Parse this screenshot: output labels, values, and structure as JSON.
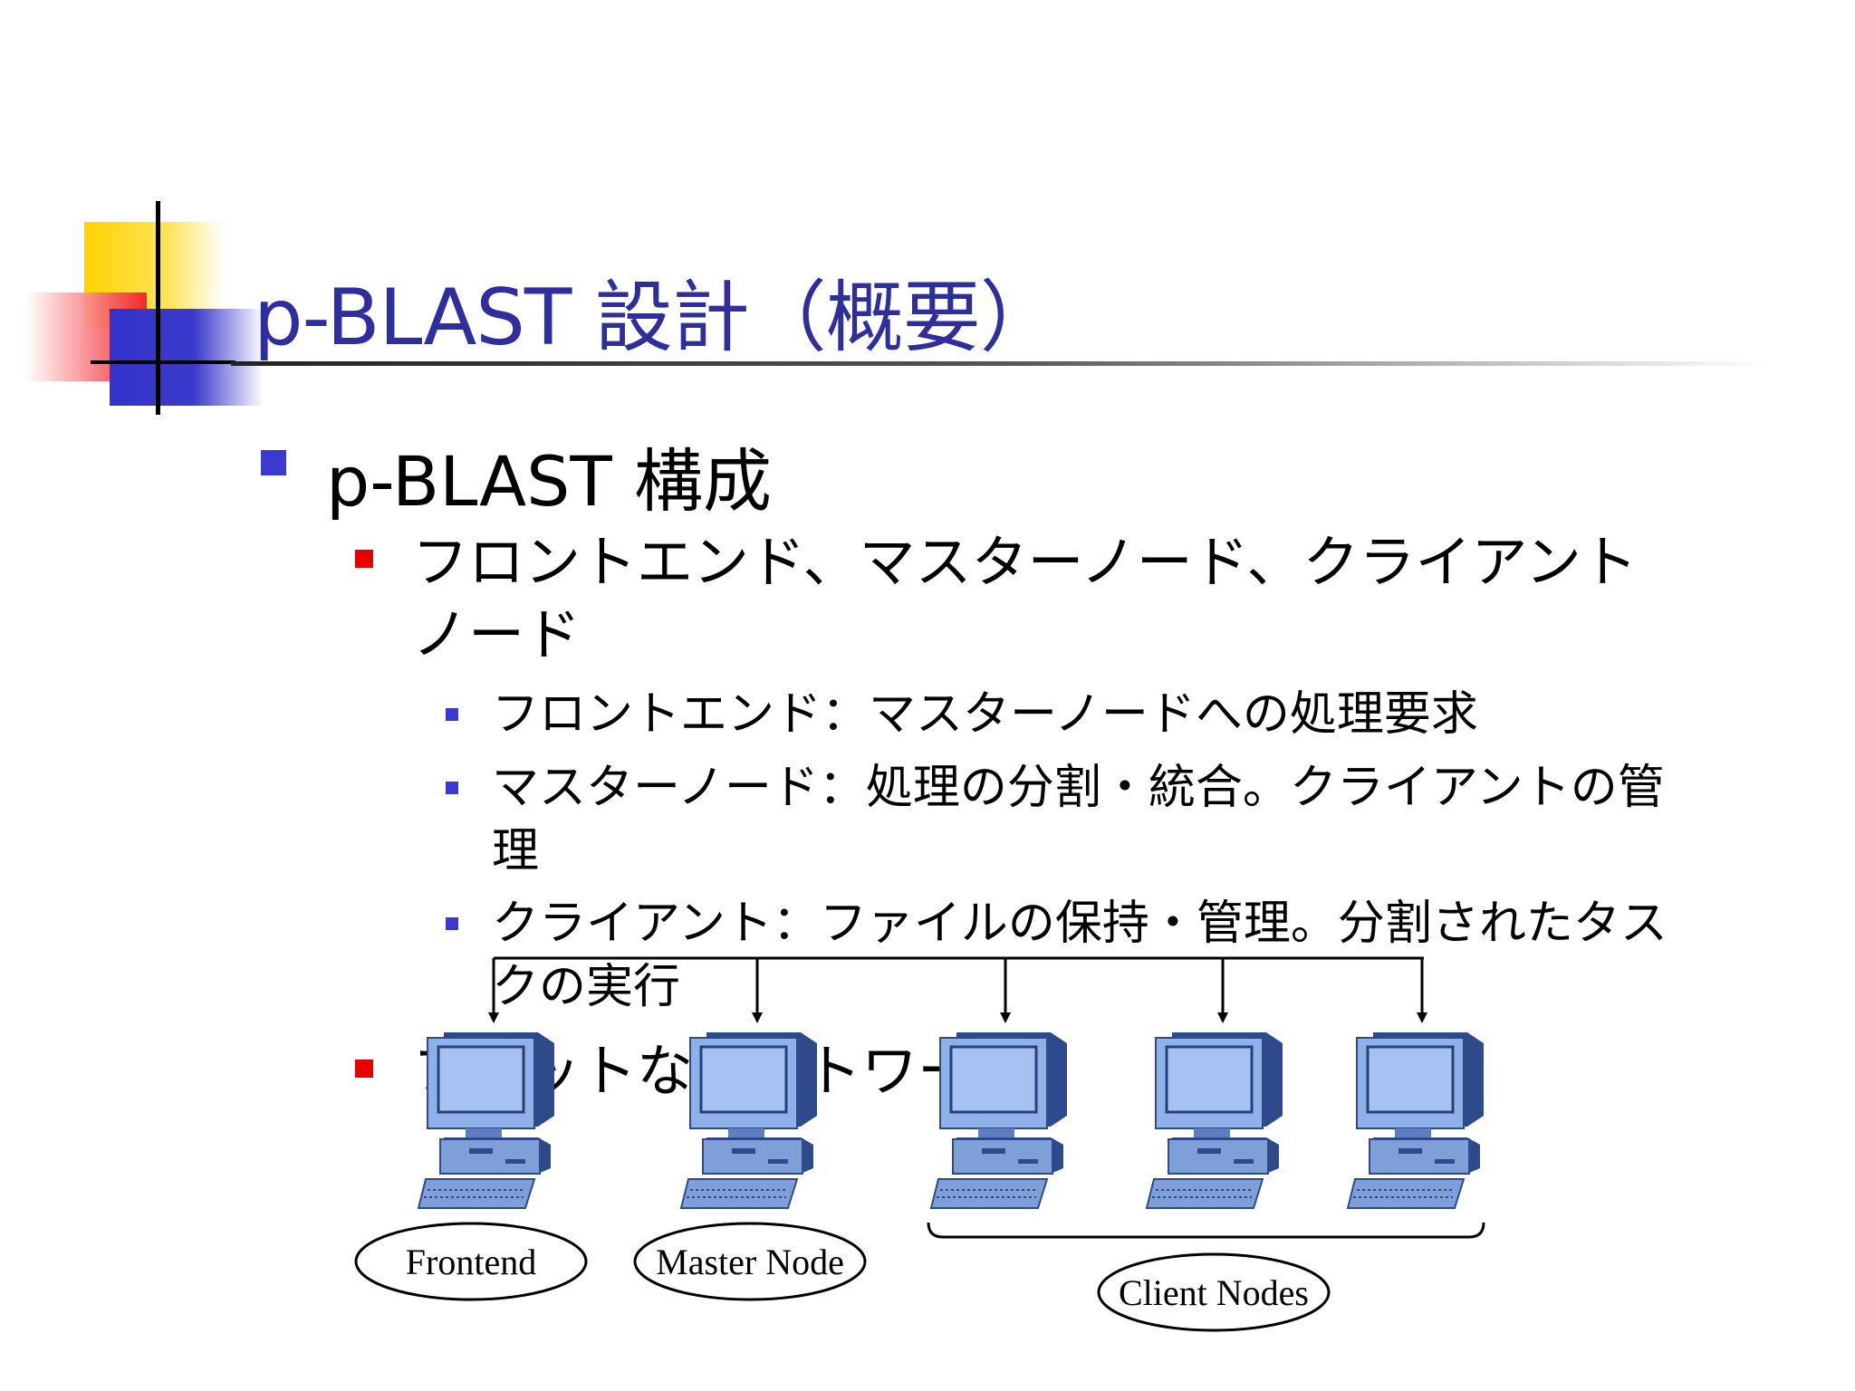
{
  "slide": {
    "title": "p-BLAST 設計（概要）",
    "bullets": {
      "l1": "p-BLAST 構成",
      "l2a_line1": "フロントエンド、マスターノード、クライアント",
      "l2a_line2": "ノード",
      "l3a": "フロントエンド：マスターノードへの処理要求",
      "l3b_line1": "マスターノード：処理の分割・統合。クライアントの管",
      "l3b_line2": "理",
      "l3c_line1": "クライアント：ファイルの保持・管理。分割されたタス",
      "l3c_line2": "クの実行",
      "l2b": "フラットなネットワーク"
    }
  },
  "diagram": {
    "labels": {
      "frontend": "Frontend",
      "master": "Master Node",
      "clients": "Client Nodes"
    },
    "icon": "computer-icon",
    "computer_count": 5
  },
  "colors": {
    "title": "#2e2e9c",
    "bullet_blue": "#3a3ad0",
    "bullet_red": "#e60000",
    "computer": "#7f9fd8"
  }
}
